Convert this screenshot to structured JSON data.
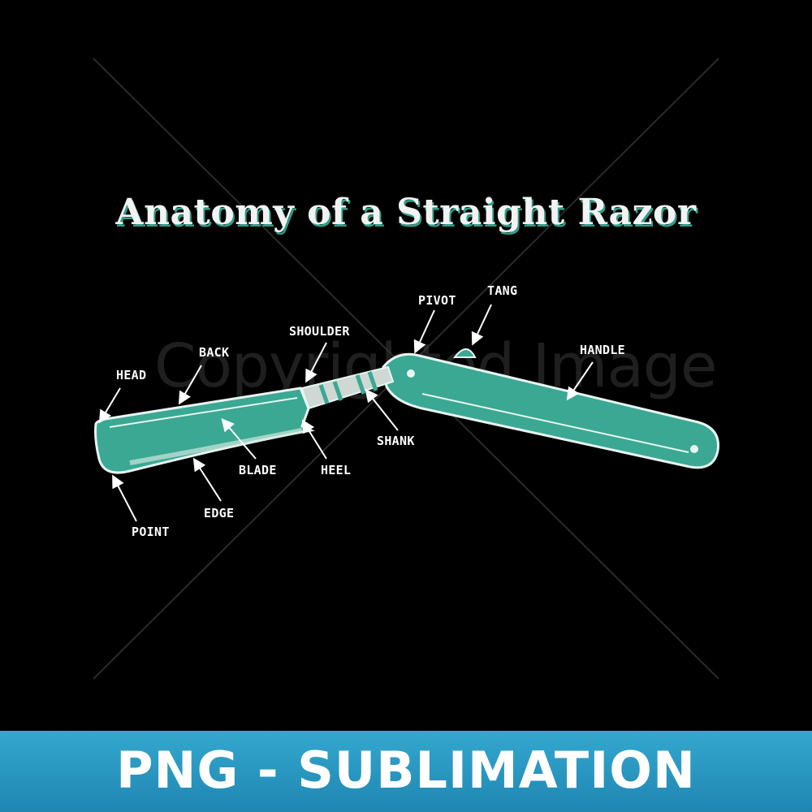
{
  "title": "Anatomy of a Straight Razor",
  "watermark": "Copyrighted Image",
  "banner": "PNG - SUBLIMATION",
  "colors": {
    "background": "#000000",
    "razor": "#3aa892",
    "razor_light": "#5fc4ad",
    "title_shadow": "#2f9e88",
    "banner": "#2a98c4"
  },
  "labels": {
    "head": "HEAD",
    "back": "BACK",
    "shoulder": "SHOULDER",
    "pivot": "PIVOT",
    "tang": "TANG",
    "handle": "HANDLE",
    "shank": "SHANK",
    "heel": "HEEL",
    "blade": "BLADE",
    "edge": "EDGE",
    "point": "POINT"
  }
}
